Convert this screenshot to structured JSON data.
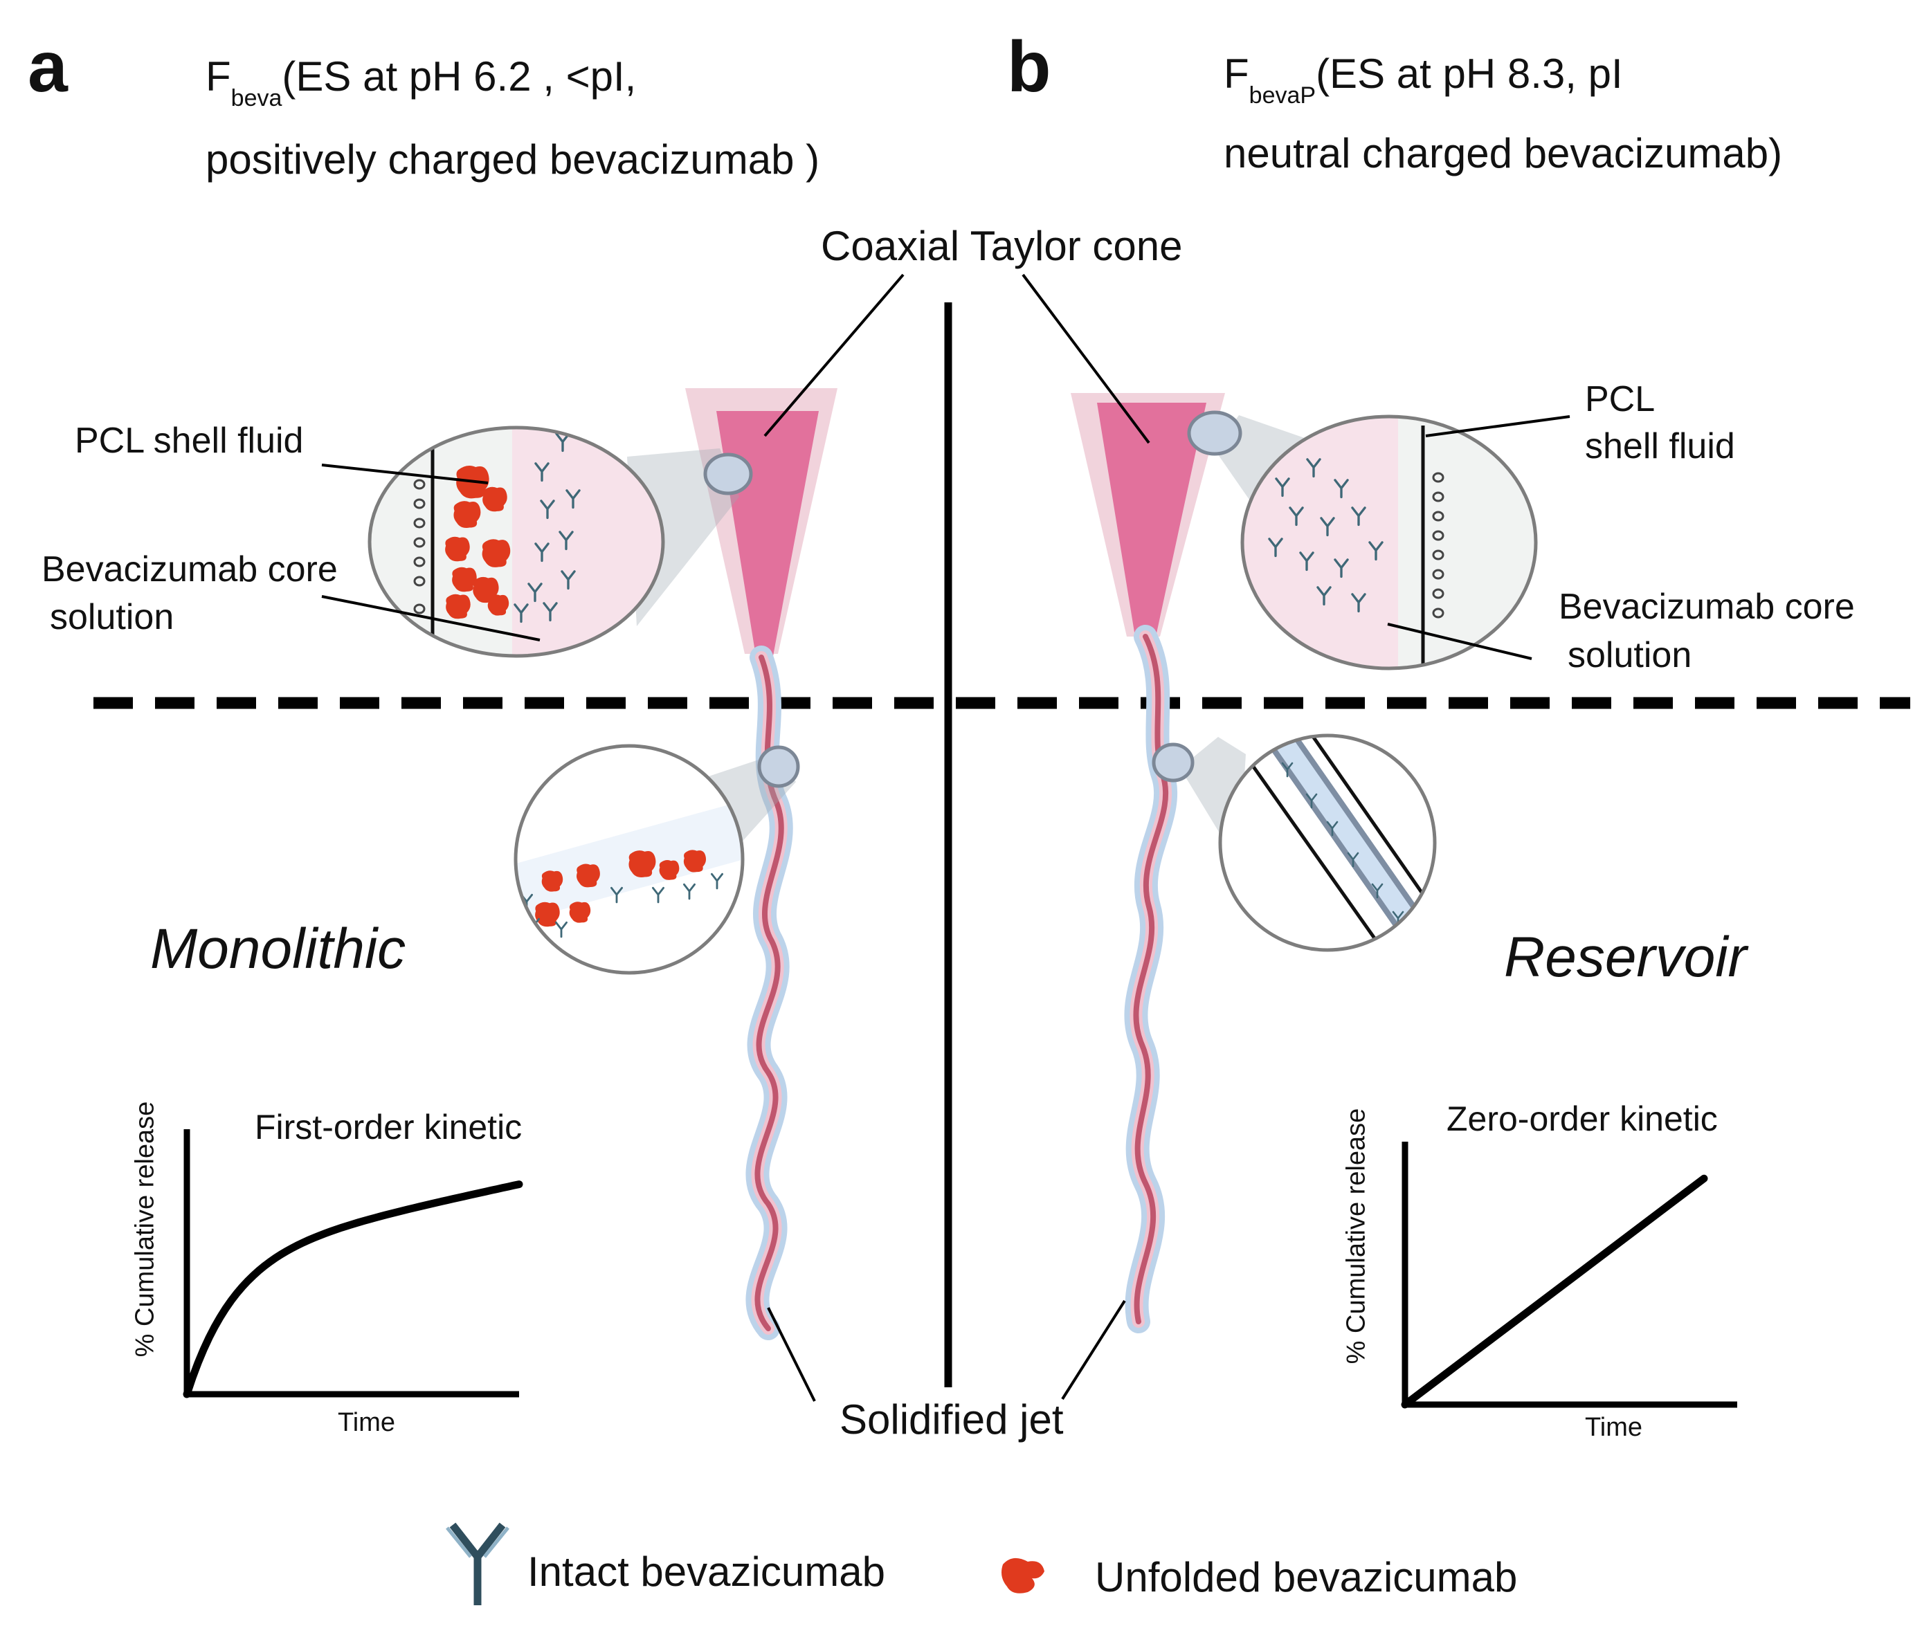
{
  "panels": {
    "a": {
      "letter": "a",
      "formula_main": "F",
      "formula_sub": "beva",
      "title_line1_rest": "(ES at pH 6.2 , <pI,",
      "title_line2": "positively charged bevacizumab )",
      "pcl_label": "PCL shell fluid",
      "core_label_line1": "Bevacizumab core",
      "core_label_line2": "solution",
      "model_label": "Monolithic",
      "kinetic_label": "First-order kinetic",
      "xaxis_label": "Time",
      "yaxis_label": "% Cumulative release"
    },
    "b": {
      "letter": "b",
      "formula_main": "F",
      "formula_sub": "bevaP",
      "title_line1_rest": "(ES at pH 8.3, pI",
      "title_line2": "neutral charged bevacizumab)",
      "pcl_label_line1": "PCL",
      "pcl_label_line2": "shell fluid",
      "core_label_line1": "Bevacizumab core",
      "core_label_line2": "solution",
      "model_label": "Reservoir",
      "kinetic_label": "Zero-order kinetic",
      "xaxis_label": "Time",
      "yaxis_label": "% Cumulative release"
    }
  },
  "center_labels": {
    "taylor_cone": "Coaxial Taylor cone",
    "solidified_jet": "Solidified jet"
  },
  "legend": {
    "intact": "Intact bevazicumab",
    "unfolded": "Unfolded bevazicumab"
  },
  "colors": {
    "cone_pink": "#e2719c",
    "cone_shell": "#f1d3dc",
    "unfolded_red": "#e03a1e",
    "antibody_blue": "#3f6877",
    "jet_blue": "#bcd3ea",
    "jet_red": "#c0566e"
  },
  "chart_data": [
    {
      "type": "line",
      "title": "First-order kinetic",
      "xlabel": "Time",
      "ylabel": "% Cumulative release",
      "shape": "first-order (concave, decelerating)",
      "grid": false
    },
    {
      "type": "line",
      "title": "Zero-order kinetic",
      "xlabel": "Time",
      "ylabel": "% Cumulative release",
      "shape": "zero-order (linear)",
      "grid": false
    }
  ]
}
